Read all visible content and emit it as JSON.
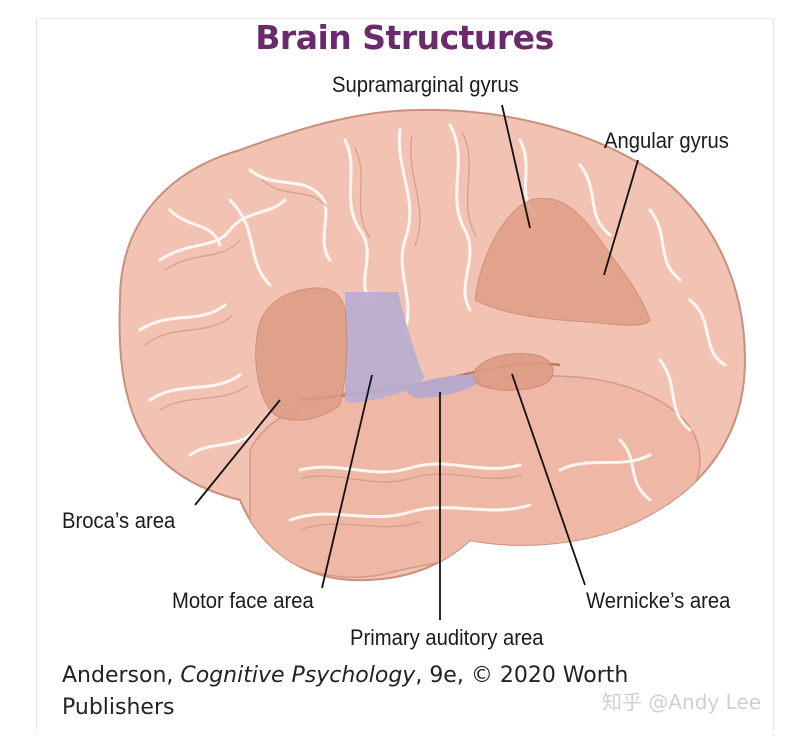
{
  "title": "Brain Structures",
  "labels": {
    "supramarginal": "Supramarginal gyrus",
    "angular": "Angular gyrus",
    "broca": "Broca’s area",
    "motor_face": "Motor face area",
    "primary_auditory": "Primary auditory area",
    "wernicke": "Wernicke’s area"
  },
  "citation": {
    "author": "Anderson, ",
    "work": "Cognitive Psychology",
    "rest_line1": ", 9e, © 2020 Worth",
    "line2": "Publishers"
  },
  "watermark": "知乎 @Andy Lee",
  "colors": {
    "title": "#6a2a6c",
    "brain": "#f2c3b3",
    "region_highlight": "#de9c84",
    "motor_strip": "#b9aed0"
  }
}
